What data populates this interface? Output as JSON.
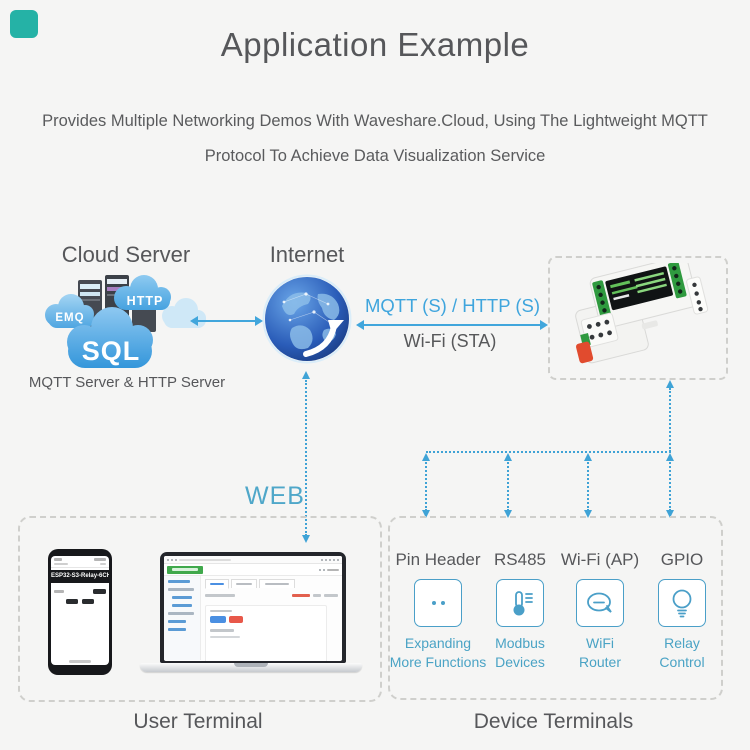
{
  "colors": {
    "accent_blue": "#41a6dc",
    "accent_teal": "#4fa7c9",
    "icon_stroke": "#4a9fc8",
    "label_gray": "#58595b",
    "brand_mark": "#25b2a6"
  },
  "header": {
    "title": "Application Example",
    "subtitle_line1": "Provides Multiple Networking Demos With Waveshare.Cloud, Using The Lightweight MQTT",
    "subtitle_line2": "Protocol To Achieve Data Visualization Service"
  },
  "cloud_server": {
    "label": "Cloud Server",
    "cloud_emq": "EMQ",
    "cloud_http": "HTTP",
    "cloud_sql": "SQL",
    "caption": "MQTT Server & HTTP Server"
  },
  "internet": {
    "label": "Internet"
  },
  "links": {
    "mqtt_http": "MQTT (S) / HTTP (S)",
    "wifi_sta": "Wi-Fi (STA)",
    "web": "WEB"
  },
  "user_terminal": {
    "label": "User Terminal",
    "phone_title": "ESP32-S3-Relay-6CH"
  },
  "device_terminals": {
    "label": "Device Terminals",
    "items": [
      {
        "label": "Pin Header",
        "icon": "pin-header-icon",
        "caption_line1": "Expanding",
        "caption_line2": "More Functions"
      },
      {
        "label": "RS485",
        "icon": "thermometer-icon",
        "caption_line1": "Modbus",
        "caption_line2": "Devices"
      },
      {
        "label": "Wi-Fi (AP)",
        "icon": "chat-bubble-icon",
        "caption_line1": "WiFi",
        "caption_line2": "Router"
      },
      {
        "label": "GPIO",
        "icon": "light-bulb-icon",
        "caption_line1": "Relay",
        "caption_line2": "Control"
      }
    ]
  }
}
